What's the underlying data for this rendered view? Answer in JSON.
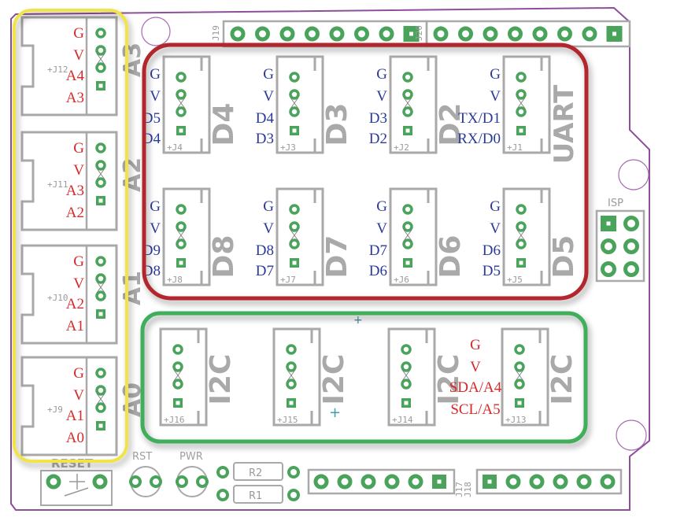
{
  "colors": {
    "board_outline": "#8e4f9a",
    "pad": "#4aa35a",
    "silkscreen": "#a9a9a9",
    "analog_label": "#d42a2a",
    "digital_label": "#2a3a9a",
    "highlight_analog": "#f1e44a",
    "highlight_digital": "#b3282d",
    "highlight_i2c": "#3fae5a"
  },
  "analog_column": {
    "highlight": "yellow",
    "connectors": [
      {
        "ref": "J12",
        "silk": "A3",
        "pins": [
          "G",
          "V",
          "A4",
          "A3"
        ]
      },
      {
        "ref": "J11",
        "silk": "A2",
        "pins": [
          "G",
          "V",
          "A3",
          "A2"
        ]
      },
      {
        "ref": "J10",
        "silk": "A1",
        "pins": [
          "G",
          "V",
          "A2",
          "A1"
        ]
      },
      {
        "ref": "J9",
        "silk": "A0",
        "pins": [
          "G",
          "V",
          "A1",
          "A0"
        ]
      }
    ]
  },
  "digital_block": {
    "highlight": "red",
    "top_row": [
      {
        "ref": "J4",
        "silk": "D4",
        "pins": [
          "G",
          "V",
          "D5",
          "D4"
        ]
      },
      {
        "ref": "J3",
        "silk": "D3",
        "pins": [
          "G",
          "V",
          "D4",
          "D3"
        ]
      },
      {
        "ref": "J2",
        "silk": "D2",
        "pins": [
          "G",
          "V",
          "D3",
          "D2"
        ]
      },
      {
        "ref": "J1",
        "silk": "UART",
        "pins": [
          "G",
          "V",
          "TX/D1",
          "RX/D0"
        ]
      }
    ],
    "bottom_row": [
      {
        "ref": "J8",
        "silk": "D8",
        "pins": [
          "G",
          "V",
          "D9",
          "D8"
        ]
      },
      {
        "ref": "J7",
        "silk": "D7",
        "pins": [
          "G",
          "V",
          "D8",
          "D7"
        ]
      },
      {
        "ref": "J6",
        "silk": "D6",
        "pins": [
          "G",
          "V",
          "D7",
          "D6"
        ]
      },
      {
        "ref": "J5",
        "silk": "D5",
        "pins": [
          "G",
          "V",
          "D6",
          "D5"
        ]
      }
    ]
  },
  "i2c_block": {
    "highlight": "green",
    "connectors": [
      {
        "ref": "J16",
        "silk": "I2C"
      },
      {
        "ref": "J15",
        "silk": "I2C"
      },
      {
        "ref": "J14",
        "silk": "I2C"
      },
      {
        "ref": "J13",
        "silk": "I2C"
      }
    ],
    "pins": [
      "G",
      "V",
      "SDA/A4",
      "SCL/A5"
    ]
  },
  "headers": {
    "top": [
      {
        "ref": "J19",
        "pin_count": 8
      },
      {
        "ref": "J20",
        "pin_count": 8
      }
    ],
    "bottom": [
      {
        "ref": "J17",
        "pin_count": 6
      },
      {
        "ref": "J18",
        "pin_count": 6
      }
    ],
    "isp": {
      "ref": "ISP",
      "pin_count": 6
    }
  },
  "bottom_parts": {
    "reset": "RESET",
    "rst_led": "RST",
    "pwr_led": "PWR",
    "resistors": [
      "R2",
      "R1"
    ]
  }
}
